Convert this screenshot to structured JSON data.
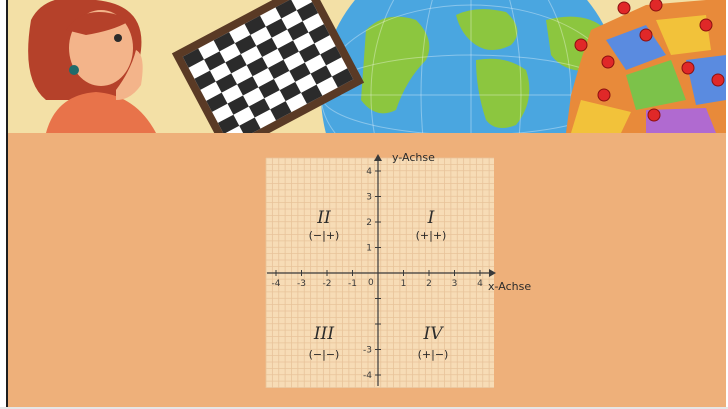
{
  "diagram": {
    "y_axis_label": "y-Achse",
    "x_axis_label": "x-Achse",
    "origin_label": "0",
    "x_ticks": [
      "-4",
      "-3",
      "-2",
      "-1",
      "1",
      "2",
      "3",
      "4"
    ],
    "y_ticks": [
      "4",
      "3",
      "2",
      "1",
      "-3",
      "-4"
    ],
    "quadrants": [
      {
        "numeral": "I",
        "signs": "(+|+)"
      },
      {
        "numeral": "II",
        "signs": "(−|+)"
      },
      {
        "numeral": "III",
        "signs": "(−|−)"
      },
      {
        "numeral": "IV",
        "signs": "(+|−)"
      }
    ]
  },
  "colors": {
    "banner_bg": "#f3e0a6",
    "board_bg": "#eeb07a",
    "grid_paper": "#f7dcb6",
    "grid_line": "#e8c39a",
    "axis": "#3a3a3a"
  }
}
